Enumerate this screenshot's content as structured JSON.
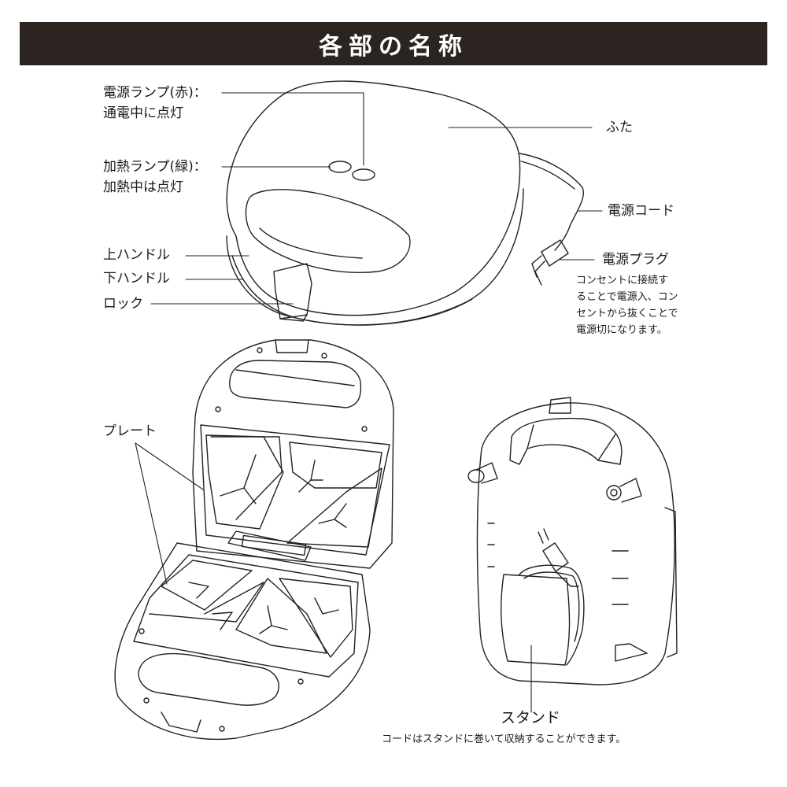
{
  "title": "各部の名称",
  "labels": {
    "power_lamp_title": "電源ランプ(赤)：",
    "power_lamp_desc": "通電中に点灯",
    "heat_lamp_title": "加熱ランプ(緑)：",
    "heat_lamp_desc": "加熱中は点灯",
    "upper_handle": "上ハンドル",
    "lower_handle": "下ハンドル",
    "lock": "ロック",
    "lid": "ふた",
    "power_cord": "電源コード",
    "power_plug": "電源プラグ",
    "plug_note_1": "コンセントに接続す",
    "plug_note_2": "ることで電源入、コン",
    "plug_note_3": "セントから抜くことで",
    "plug_note_4": "電源切になります。",
    "plate": "プレート",
    "stand": "スタンド",
    "stand_note": "コードはスタンドに巻いて収納することができます。"
  },
  "colors": {
    "title_bar": "#2b2421",
    "line": "#222222"
  }
}
